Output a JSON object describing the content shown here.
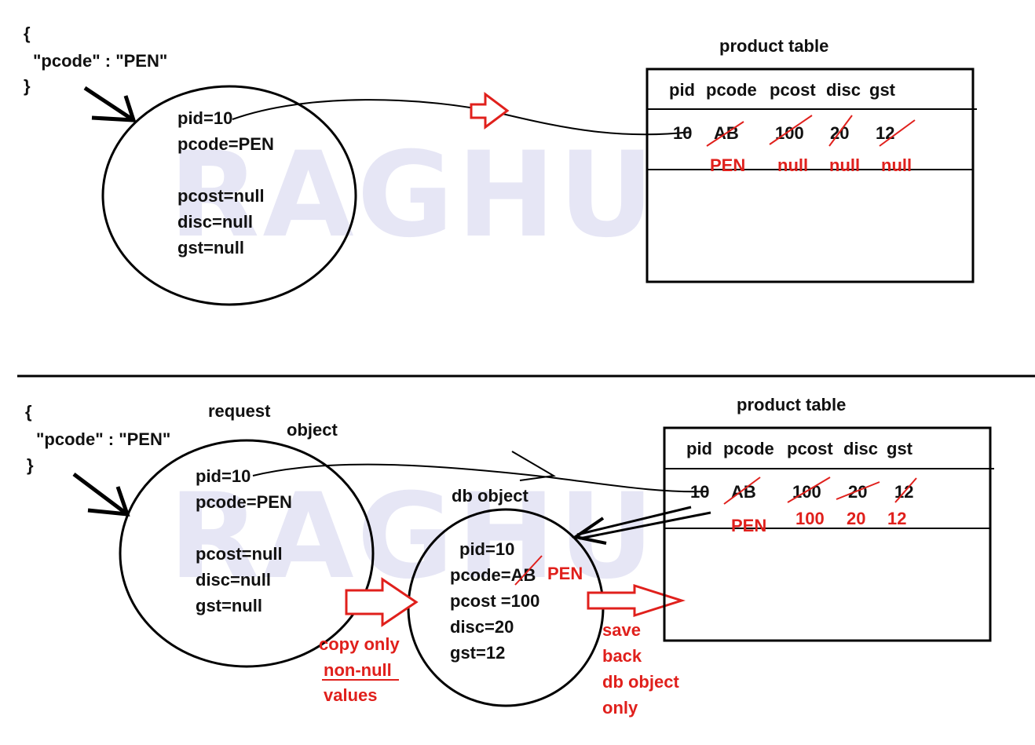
{
  "watermark": "RAGHU",
  "colors": {
    "ink": "#000000",
    "accent": "#e0201c",
    "watermark": "#e6e6f5"
  },
  "top": {
    "json": {
      "open": "{",
      "line": "\"pcode\" : \"PEN\"",
      "close": "}"
    },
    "circle_lines": [
      "pid=10",
      "pcode=PEN",
      "pcost=null",
      "disc=null",
      "gst=null"
    ],
    "table": {
      "title": "product table",
      "headers": [
        "pid",
        "pcode",
        "pcost",
        "disc",
        "gst"
      ],
      "old_values": [
        "10",
        "AB",
        "100",
        "20",
        "12"
      ],
      "new_values": [
        "PEN",
        "null",
        "null",
        "null"
      ]
    }
  },
  "bottom": {
    "json": {
      "open": "{",
      "line": "\"pcode\" : \"PEN\"",
      "close": "}"
    },
    "request_label": [
      "request",
      "object"
    ],
    "request_lines": [
      "pid=10",
      "pcode=PEN",
      "pcost=null",
      "disc=null",
      "gst=null"
    ],
    "db_label": "db object",
    "db_lines": {
      "pid": "pid=10",
      "pcode_prefix": "pcode=",
      "pcode_old": "AB",
      "pcode_new": "PEN",
      "pcost": "pcost =100",
      "disc": "disc=20",
      "gst": "gst=12"
    },
    "copy_note": {
      "line1": "copy only",
      "line2": "non-null",
      "line3": "values"
    },
    "save_note": [
      "save",
      "back",
      "db object",
      "only"
    ],
    "table": {
      "title": "product table",
      "headers": [
        "pid",
        "pcode",
        "pcost",
        "disc",
        "gst"
      ],
      "old_values": [
        "10",
        "AB",
        "100",
        "20",
        "12"
      ],
      "new_values": [
        "PEN",
        "100",
        "20",
        "12"
      ]
    }
  }
}
